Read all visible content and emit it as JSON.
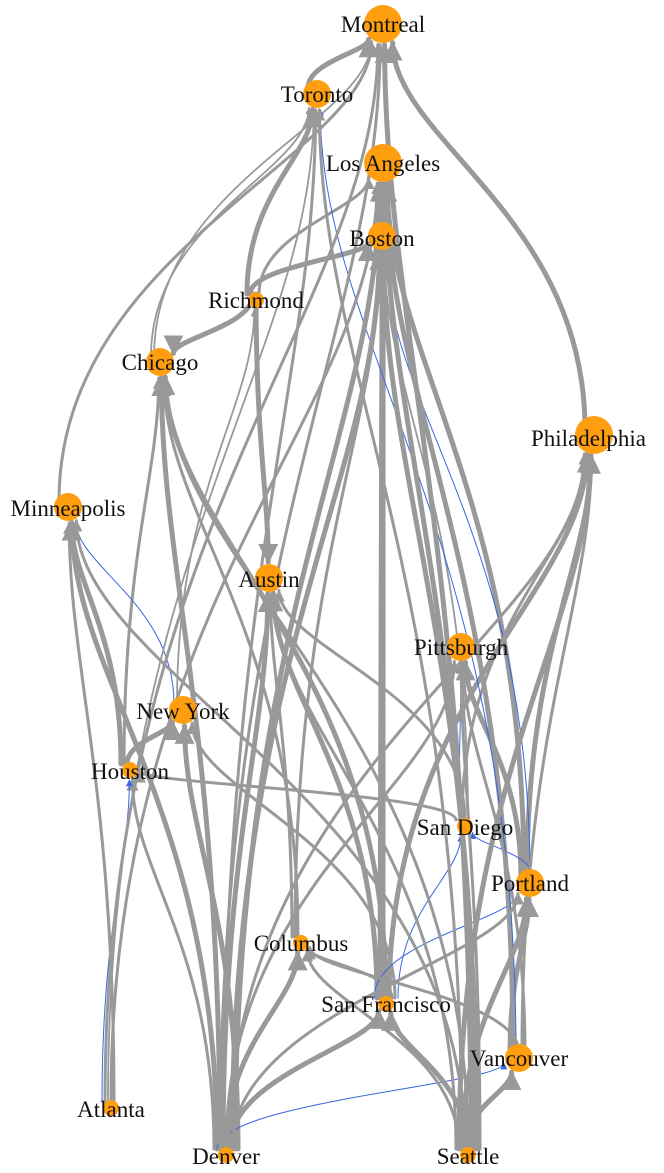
{
  "colors": {
    "node": "#FF9F0F",
    "edge": "#999999",
    "edge_highlight": "#3A66E0"
  },
  "nodes": [
    {
      "id": "montreal",
      "label": "Montreal",
      "size": "large"
    },
    {
      "id": "toronto",
      "label": "Toronto",
      "size": "medium"
    },
    {
      "id": "los-angeles",
      "label": "Los Angeles",
      "size": "large"
    },
    {
      "id": "boston",
      "label": "Boston",
      "size": "medium"
    },
    {
      "id": "richmond",
      "label": "Richmond",
      "size": "small"
    },
    {
      "id": "chicago",
      "label": "Chicago",
      "size": "medium"
    },
    {
      "id": "philadelphia",
      "label": "Philadelphia",
      "size": "large"
    },
    {
      "id": "minneapolis",
      "label": "Minneapolis",
      "size": "medium"
    },
    {
      "id": "austin",
      "label": "Austin",
      "size": "medium"
    },
    {
      "id": "pittsburgh",
      "label": "Pittsburgh",
      "size": "medium"
    },
    {
      "id": "new-york",
      "label": "New York",
      "size": "medium"
    },
    {
      "id": "houston",
      "label": "Houston",
      "size": "small"
    },
    {
      "id": "san-diego",
      "label": "San Diego",
      "size": "small"
    },
    {
      "id": "portland",
      "label": "Portland",
      "size": "medium"
    },
    {
      "id": "columbus",
      "label": "Columbus",
      "size": "small"
    },
    {
      "id": "san-francisco",
      "label": "San Francisco",
      "size": "small"
    },
    {
      "id": "vancouver",
      "label": "Vancouver",
      "size": "medium"
    },
    {
      "id": "atlanta",
      "label": "Atlanta",
      "size": "small"
    },
    {
      "id": "denver",
      "label": "Denver",
      "size": "small"
    },
    {
      "id": "seattle",
      "label": "Seattle",
      "size": "small"
    }
  ],
  "edges": [
    {
      "from": "toronto",
      "to": "montreal",
      "weight": "thick"
    },
    {
      "from": "richmond",
      "to": "toronto",
      "weight": "thick"
    },
    {
      "from": "richmond",
      "to": "boston",
      "weight": "thick"
    },
    {
      "from": "richmond",
      "to": "chicago",
      "weight": "thick"
    },
    {
      "from": "richmond",
      "to": "austin",
      "weight": "thick"
    },
    {
      "from": "richmond",
      "to": "los-angeles",
      "weight": "medium"
    },
    {
      "from": "chicago",
      "to": "toronto",
      "weight": "thin"
    },
    {
      "from": "chicago",
      "to": "montreal",
      "weight": "thin"
    },
    {
      "from": "philadelphia",
      "to": "montreal",
      "weight": "thick"
    },
    {
      "from": "minneapolis",
      "to": "montreal",
      "weight": "medium"
    },
    {
      "from": "houston",
      "to": "minneapolis",
      "weight": "thick"
    },
    {
      "from": "houston",
      "to": "chicago",
      "weight": "medium"
    },
    {
      "from": "houston",
      "to": "new-york",
      "weight": "thick"
    },
    {
      "from": "new-york",
      "to": "minneapolis",
      "weight": "highlight"
    },
    {
      "from": "new-york",
      "to": "richmond",
      "weight": "thin"
    },
    {
      "from": "san-diego",
      "to": "houston",
      "weight": "medium"
    },
    {
      "from": "san-diego",
      "to": "pittsburgh",
      "weight": "highlight"
    },
    {
      "from": "san-diego",
      "to": "philadelphia",
      "weight": "medium"
    },
    {
      "from": "san-diego",
      "to": "austin",
      "weight": "medium"
    },
    {
      "from": "san-diego",
      "to": "boston",
      "weight": "thin"
    },
    {
      "from": "portland",
      "to": "pittsburgh",
      "weight": "thick"
    },
    {
      "from": "portland",
      "to": "los-angeles",
      "weight": "thick"
    },
    {
      "from": "portland",
      "to": "philadelphia",
      "weight": "thick"
    },
    {
      "from": "portland",
      "to": "boston",
      "weight": "highlight"
    },
    {
      "from": "portland",
      "to": "san-diego",
      "weight": "highlight"
    },
    {
      "from": "columbus",
      "to": "austin",
      "weight": "medium"
    },
    {
      "from": "columbus",
      "to": "boston",
      "weight": "medium"
    },
    {
      "from": "columbus",
      "to": "chicago",
      "weight": "medium"
    },
    {
      "from": "san-francisco",
      "to": "austin",
      "weight": "thick"
    },
    {
      "from": "san-francisco",
      "to": "boston",
      "weight": "thick"
    },
    {
      "from": "san-francisco",
      "to": "los-angeles",
      "weight": "thick"
    },
    {
      "from": "san-francisco",
      "to": "chicago",
      "weight": "thick"
    },
    {
      "from": "san-francisco",
      "to": "philadelphia",
      "weight": "thick"
    },
    {
      "from": "san-francisco",
      "to": "columbus",
      "weight": "medium"
    },
    {
      "from": "san-francisco",
      "to": "new-york",
      "weight": "medium"
    },
    {
      "from": "san-francisco",
      "to": "san-diego",
      "weight": "highlight"
    },
    {
      "from": "san-francisco",
      "to": "portland",
      "weight": "highlight"
    },
    {
      "from": "vancouver",
      "to": "portland",
      "weight": "thick"
    },
    {
      "from": "vancouver",
      "to": "los-angeles",
      "weight": "thick"
    },
    {
      "from": "vancouver",
      "to": "toronto",
      "weight": "highlight"
    },
    {
      "from": "vancouver",
      "to": "columbus",
      "weight": "medium"
    },
    {
      "from": "vancouver",
      "to": "philadelphia",
      "weight": "medium"
    },
    {
      "from": "vancouver",
      "to": "pittsburgh",
      "weight": "medium"
    },
    {
      "from": "denver",
      "to": "minneapolis",
      "weight": "thick"
    },
    {
      "from": "denver",
      "to": "chicago",
      "weight": "thick"
    },
    {
      "from": "denver",
      "to": "austin",
      "weight": "thick"
    },
    {
      "from": "denver",
      "to": "columbus",
      "weight": "thick"
    },
    {
      "from": "denver",
      "to": "san-francisco",
      "weight": "thick"
    },
    {
      "from": "denver",
      "to": "boston",
      "weight": "thick"
    },
    {
      "from": "denver",
      "to": "los-angeles",
      "weight": "thick"
    },
    {
      "from": "denver",
      "to": "new-york",
      "weight": "thick"
    },
    {
      "from": "denver",
      "to": "houston",
      "weight": "medium"
    },
    {
      "from": "denver",
      "to": "vancouver",
      "weight": "highlight"
    },
    {
      "from": "denver",
      "to": "montreal",
      "weight": "medium"
    },
    {
      "from": "denver",
      "to": "toronto",
      "weight": "medium"
    },
    {
      "from": "denver",
      "to": "pittsburgh",
      "weight": "medium"
    },
    {
      "from": "denver",
      "to": "philadelphia",
      "weight": "medium"
    },
    {
      "from": "denver",
      "to": "portland",
      "weight": "medium"
    },
    {
      "from": "seattle",
      "to": "philadelphia",
      "weight": "thick"
    },
    {
      "from": "seattle",
      "to": "portland",
      "weight": "thick"
    },
    {
      "from": "seattle",
      "to": "vancouver",
      "weight": "thick"
    },
    {
      "from": "seattle",
      "to": "san-francisco",
      "weight": "thick"
    },
    {
      "from": "seattle",
      "to": "montreal",
      "weight": "thick"
    },
    {
      "from": "seattle",
      "to": "los-angeles",
      "weight": "thick"
    },
    {
      "from": "seattle",
      "to": "boston",
      "weight": "thick"
    },
    {
      "from": "seattle",
      "to": "pittsburgh",
      "weight": "medium"
    },
    {
      "from": "seattle",
      "to": "austin",
      "weight": "medium"
    },
    {
      "from": "seattle",
      "to": "columbus",
      "weight": "medium"
    },
    {
      "from": "seattle",
      "to": "toronto",
      "weight": "medium"
    },
    {
      "from": "seattle",
      "to": "minneapolis",
      "weight": "medium"
    },
    {
      "from": "seattle",
      "to": "chicago",
      "weight": "medium"
    },
    {
      "from": "atlanta",
      "to": "houston",
      "weight": "highlight"
    },
    {
      "from": "atlanta",
      "to": "montreal",
      "weight": "medium"
    },
    {
      "from": "atlanta",
      "to": "toronto",
      "weight": "thin"
    },
    {
      "from": "atlanta",
      "to": "los-angeles",
      "weight": "medium"
    },
    {
      "from": "atlanta",
      "to": "minneapolis",
      "weight": "medium"
    }
  ]
}
